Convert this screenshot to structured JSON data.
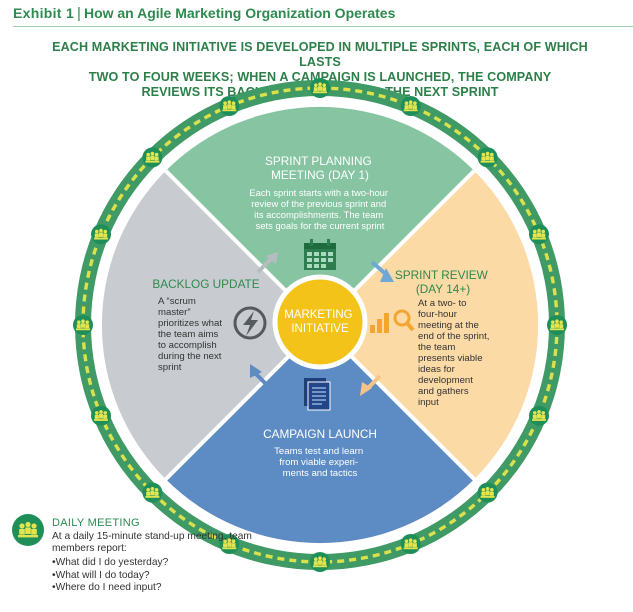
{
  "header": {
    "exhibit_label": "Exhibit 1",
    "separator": "|",
    "title": "How an Agile Marketing Organization Operates"
  },
  "subtitle": [
    "EACH MARKETING INITIATIVE IS DEVELOPED IN MULTIPLE SPRINTS, EACH OF WHICH LASTS",
    "TWO TO FOUR WEEKS; WHEN A CAMPAIGN IS LAUNCHED, THE COMPANY",
    "REVIEWS ITS BACKLOG TO PLAN FOR THE NEXT SPRINT"
  ],
  "center": {
    "lines": [
      "MARKETING",
      "INITIATIVE"
    ]
  },
  "quadrants": {
    "planning": {
      "title": [
        "SPRINT PLANNING",
        "MEETING (DAY 1)"
      ],
      "body": [
        "Each sprint starts with a two-hour",
        "review of the previous sprint and",
        "its accomplishments. The team",
        "sets goals for the current sprint"
      ],
      "icon": "calendar-icon"
    },
    "review": {
      "title": [
        "SPRINT REVIEW",
        "(DAY 14+)"
      ],
      "body": [
        "At a two- to",
        "four-hour",
        "meeting at the",
        "end of the sprint,",
        "the team",
        "presents viable",
        "ideas for",
        "development",
        "and gathers",
        "input"
      ],
      "icon": "analytics-icon"
    },
    "launch": {
      "title": [
        "CAMPAIGN LAUNCH"
      ],
      "body": [
        "Teams test and learn",
        "from viable experi-",
        "ments and tactics"
      ],
      "icon": "document-icon"
    },
    "backlog": {
      "title": [
        "BACKLOG UPDATE"
      ],
      "body": [
        "A “scrum",
        "master”",
        "prioritizes what",
        "the team aims",
        "to accomplish",
        "during the next",
        "sprint"
      ],
      "icon": "lightning-icon"
    }
  },
  "daily_meeting": {
    "title": "DAILY MEETING",
    "intro": "At a daily 15-minute stand-up meeting, team members report:",
    "items": [
      "What did I do yesterday?",
      "What will I do today?",
      "Where do I need input?"
    ],
    "icon": "team-meeting-icon"
  },
  "colors": {
    "brand_green": "#2e8a4f",
    "outer_ring": "#3f9a66",
    "dashed_ring": "#dbe14c",
    "planning": "#86c4a2",
    "review": "#fbdaa6",
    "launch": "#5d8bc4",
    "backlog": "#c8ccd0",
    "center": "#f3c319",
    "team_badge": "#1f8f5a"
  }
}
